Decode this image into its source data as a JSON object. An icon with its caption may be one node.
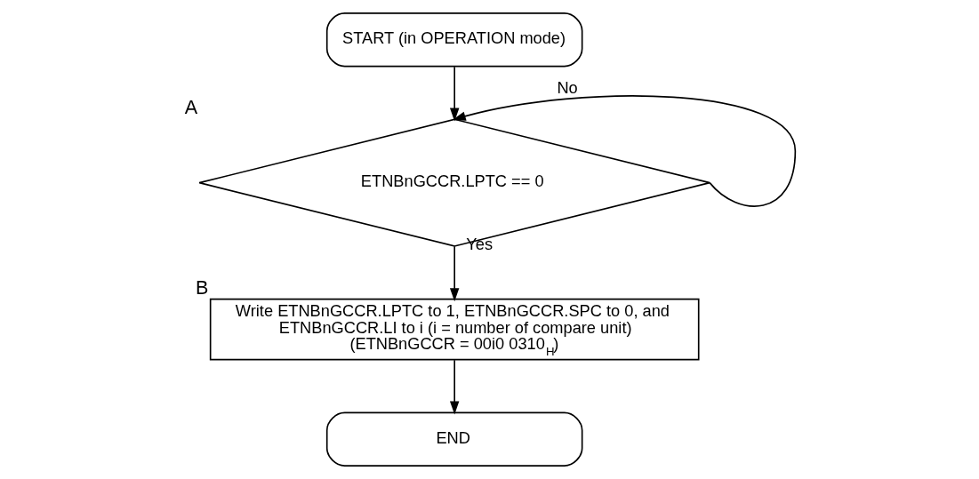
{
  "diagram": {
    "nodes": [
      {
        "text": [
          "START (in OPERATION mode)"
        ]
      },
      {
        "text": [
          "ETNBnGCCR.LPTC == 0"
        ],
        "beside": [
          "A"
        ]
      },
      {
        "text": [
          "Write ETNBnGCCR.LPTC to 1, ETNBnGCCR.SPC to 0, and ETNBnGCCR.LI to i (i = number of compare unit)",
          "(ETNBnGCCR = 00i0 0310$_{H}$)"
        ],
        "beside": [
          "B"
        ]
      },
      {
        "text": [
          "END"
        ]
      }
    ],
    "edges": [
      {
        "from": 0,
        "to": 1,
        "arrow": "to"
      },
      {
        "from": 1,
        "to": 1,
        "arrow": "to",
        "label": "No"
      },
      {
        "from": 1,
        "to": 2,
        "arrow": "to",
        "label": "Yes"
      },
      {
        "from": 2,
        "to": 3,
        "arrow": "to"
      }
    ]
  }
}
